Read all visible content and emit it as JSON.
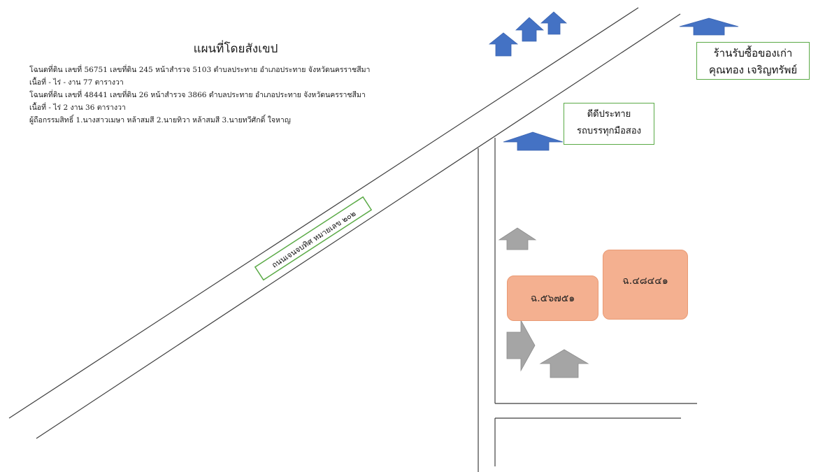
{
  "info": {
    "title": "แผนที่โดยสังเขป",
    "lines": [
      "โฉนดที่ดิน เลขที่ 56751 เลขที่ดิน 245 หน้าสำรวจ 5103 ตำบลประทาย อำเภอประทาย จังหวัดนครราชสีมา",
      "เนื้อที่ - ไร่ - งาน 77 ตารางวา",
      "โฉนดที่ดิน เลขที่ 48441 เลขที่ดิน 26 หน้าสำรวจ 3866 ตำบลประทาย อำเภอประทาย จังหวัดนครราชสีมา",
      "เนื้อที่ - ไร่ 2 งาน 36 ตารางวา",
      "ผู้ถือกรรมสิทธิ์ 1.นางสาวเมษา หล้าสมสี 2.นายทิวา หล้าสมสี 3.นายทวีศักดิ์ ใจหาญ"
    ]
  },
  "road_label": "ถนนเจนจบทิศ หมายเลข ๒๐๒",
  "landmarks": {
    "shop": {
      "line1": "ร้านรับซื้อของเก่า",
      "line2": "คุณทอง เจริญทรัพย์"
    },
    "dealer": {
      "line1": "ดีดีประทาย",
      "line2": "รถบรรทุกมือสอง"
    }
  },
  "parcels": {
    "a": "ฉ.๕๖๗๕๑",
    "b": "ฉ.๔๘๔๔๑"
  },
  "colors": {
    "road_line": "#3f3f3f",
    "road_label_border": "#5aaa46",
    "landmark_arrow": "#4472c4",
    "parcel_arrow": "#a5a5a5",
    "parcel_fill": "#f4b090"
  }
}
